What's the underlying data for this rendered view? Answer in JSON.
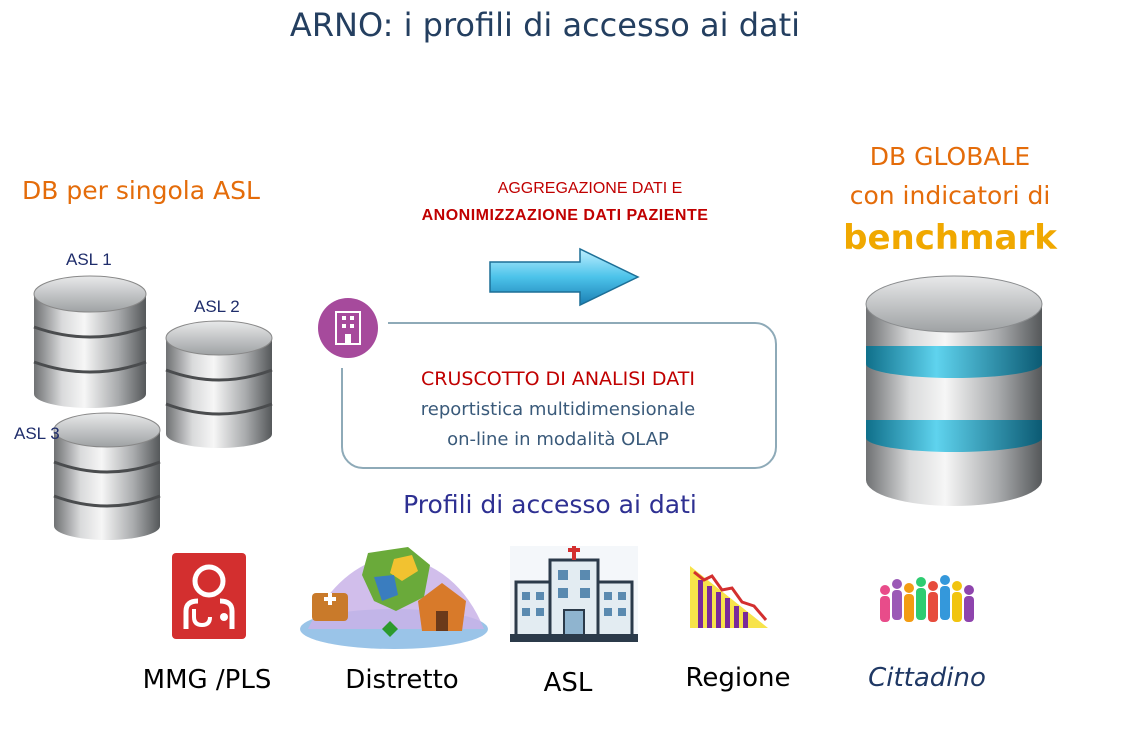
{
  "title": "ARNO: i profili di accesso ai dati",
  "left": {
    "heading": "DB per singola ASL",
    "db1": "ASL 1",
    "db2": "ASL 2",
    "db3": "ASL 3"
  },
  "center": {
    "aggregation_line1": "AGGREGAZIONE DATI E",
    "aggregation_line2": "ANONIMIZZAZIONE DATI  PAZIENTE",
    "dashboard_title": "CRUSCOTTO DI ANALISI DATI",
    "dashboard_line1": "reportistica multidimensionale",
    "dashboard_line2": "on-line in modalità OLAP",
    "profiles_heading": "Profili di accesso ai dati"
  },
  "right": {
    "line1": "DB GLOBALE",
    "line2": "con indicatori di",
    "line3": "benchmark"
  },
  "profiles": [
    "MMG /PLS",
    "Distretto",
    "ASL",
    "Regione",
    "Cittadino"
  ],
  "colors": {
    "title": "#243f60",
    "orange": "#e46c0a",
    "red": "#c00000",
    "benchmark": "#f0a800",
    "profiles_heading": "#2e3092",
    "db_band": "#2aa9c9"
  }
}
